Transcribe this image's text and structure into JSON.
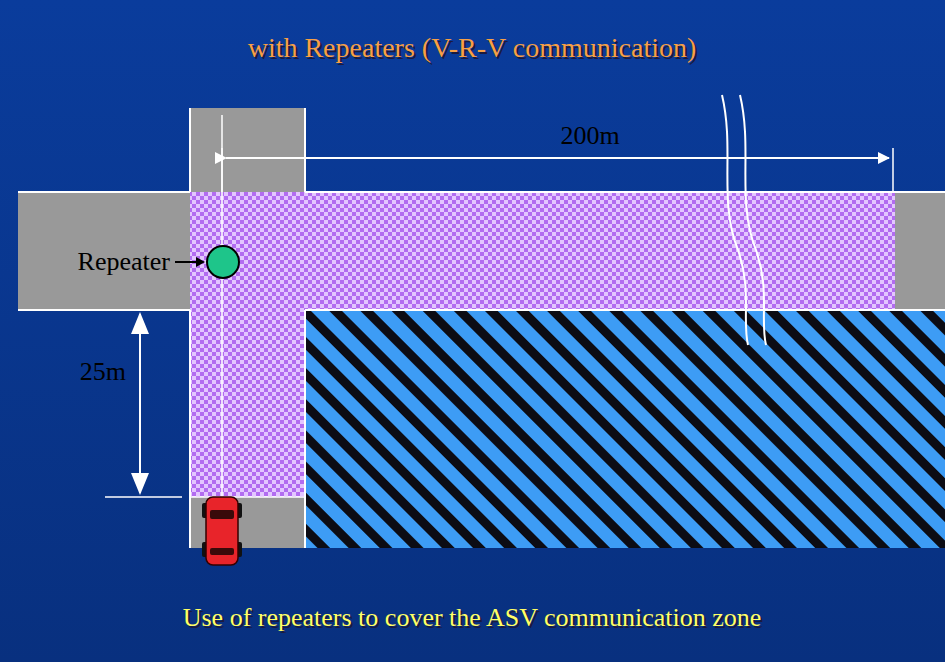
{
  "diagram": {
    "title": "with Repeaters (V-R-V communication)",
    "caption": "Use of repeaters to cover the ASV communication zone",
    "labels": [
      "200m",
      "Repeater",
      "25m"
    ]
  }
}
